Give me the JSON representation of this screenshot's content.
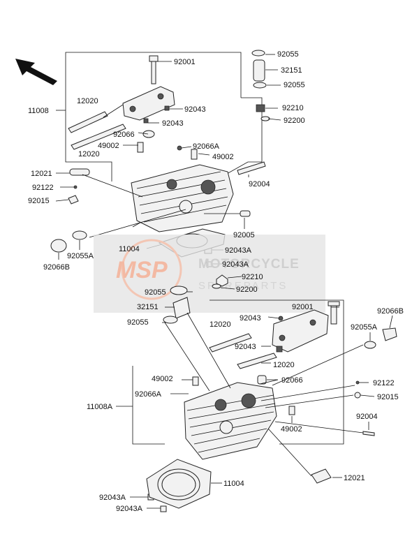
{
  "watermark": {
    "logo": "MSP",
    "line1": "MOTORCYCLE",
    "line2": "SPAREPARTS"
  },
  "upper_assembly": [
    {
      "key": "u-92001",
      "text": "92001"
    },
    {
      "key": "u-92055-a",
      "text": "92055"
    },
    {
      "key": "u-32151",
      "text": "32151"
    },
    {
      "key": "u-92055-b",
      "text": "92055"
    },
    {
      "key": "u-11008",
      "text": "11008"
    },
    {
      "key": "u-12020-a",
      "text": "12020"
    },
    {
      "key": "u-92043-a",
      "text": "92043"
    },
    {
      "key": "u-92043-b",
      "text": "92043"
    },
    {
      "key": "u-92210",
      "text": "92210"
    },
    {
      "key": "u-92200",
      "text": "92200"
    },
    {
      "key": "u-92066",
      "text": "92066"
    },
    {
      "key": "u-49002-a",
      "text": "49002"
    },
    {
      "key": "u-92066A",
      "text": "92066A"
    },
    {
      "key": "u-49002-b",
      "text": "49002"
    },
    {
      "key": "u-12020-b",
      "text": "12020"
    },
    {
      "key": "u-12021",
      "text": "12021"
    },
    {
      "key": "u-92122",
      "text": "92122"
    },
    {
      "key": "u-92004",
      "text": "92004"
    },
    {
      "key": "u-92015",
      "text": "92015"
    },
    {
      "key": "u-92005",
      "text": "92005"
    },
    {
      "key": "u-92055A",
      "text": "92055A"
    },
    {
      "key": "u-11004",
      "text": "11004"
    },
    {
      "key": "u-92043A-a",
      "text": "92043A"
    },
    {
      "key": "u-92066B",
      "text": "92066B"
    },
    {
      "key": "u-92043A-b",
      "text": "92043A"
    }
  ],
  "lower_assembly": [
    {
      "key": "l-92210",
      "text": "92210"
    },
    {
      "key": "l-92055-a",
      "text": "92055"
    },
    {
      "key": "l-92200",
      "text": "92200"
    },
    {
      "key": "l-32151",
      "text": "32151"
    },
    {
      "key": "l-92055-b",
      "text": "92055"
    },
    {
      "key": "l-92001",
      "text": "92001"
    },
    {
      "key": "l-92066B",
      "text": "92066B"
    },
    {
      "key": "l-12020-a",
      "text": "12020"
    },
    {
      "key": "l-92043-a",
      "text": "92043"
    },
    {
      "key": "l-92055A",
      "text": "92055A"
    },
    {
      "key": "l-92043-b",
      "text": "92043"
    },
    {
      "key": "l-12020-b",
      "text": "12020"
    },
    {
      "key": "l-49002-a",
      "text": "49002"
    },
    {
      "key": "l-92066",
      "text": "92066"
    },
    {
      "key": "l-92122",
      "text": "92122"
    },
    {
      "key": "l-92066A",
      "text": "92066A"
    },
    {
      "key": "l-92015",
      "text": "92015"
    },
    {
      "key": "l-11008A",
      "text": "11008A"
    },
    {
      "key": "l-92004",
      "text": "92004"
    },
    {
      "key": "l-49002-b",
      "text": "49002"
    },
    {
      "key": "l-12021",
      "text": "12021"
    },
    {
      "key": "l-11004",
      "text": "11004"
    },
    {
      "key": "l-92043A-a",
      "text": "92043A"
    },
    {
      "key": "l-92043A-b",
      "text": "92043A"
    }
  ]
}
